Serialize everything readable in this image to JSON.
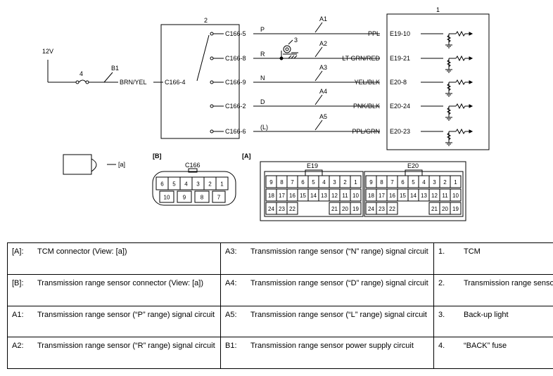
{
  "diagram": {
    "supply_label": "12V",
    "fuse_num": "4",
    "fuse_circuit": "B1",
    "wire_b1": "BRN/YEL",
    "trs_num": "2",
    "trs_in": "C166-4",
    "trs_pins": [
      "C166-5",
      "C166-8",
      "C166-9",
      "C166-2",
      "C166-6"
    ],
    "range_letters": [
      "P",
      "R",
      "N",
      "D",
      "(L)"
    ],
    "circuits": [
      "A1",
      "A2",
      "A3",
      "A4",
      "A5"
    ],
    "wires": [
      "PPL",
      "LT GRN/RED",
      "YEL/BLK",
      "PNK/BLK",
      "PPL/GRN"
    ],
    "tcm_pins": [
      "E19-10",
      "E19-21",
      "E20-8",
      "E20-24",
      "E20-23"
    ],
    "tcm_num": "1",
    "lamp_num": "3",
    "view_label": "[a]",
    "b_tag": "[B]",
    "a_tag": "[A]",
    "c166_name": "C166",
    "c166_top": [
      "6",
      "5",
      "4",
      "3",
      "2",
      "1"
    ],
    "c166_bot": [
      "10",
      "9",
      "8",
      "7"
    ],
    "e19_name": "E19",
    "e20_name": "E20",
    "e19_row1": [
      "9",
      "8",
      "7",
      "6",
      "5",
      "4",
      "3",
      "2",
      "1"
    ],
    "e19_row2": [
      "18",
      "17",
      "16",
      "15",
      "14",
      "13",
      "12",
      "11",
      "10"
    ],
    "e19_row3_left": [
      "24",
      "23",
      "22"
    ],
    "e19_row3_right": [
      "21",
      "20",
      "19"
    ],
    "e20_row1": [
      "9",
      "8",
      "7",
      "6",
      "5",
      "4",
      "3",
      "2",
      "1"
    ],
    "e20_row2": [
      "18",
      "17",
      "16",
      "15",
      "14",
      "13",
      "12",
      "11",
      "10"
    ],
    "e20_row3_left": [
      "24",
      "23",
      "22"
    ],
    "e20_row3_right": [
      "21",
      "20",
      "19"
    ]
  },
  "legend": [
    [
      {
        "tag": "[A]:",
        "text": "TCM connector (View: [a])"
      },
      {
        "tag": "A3:",
        "text": "Transmission range sensor (“N” range) signal circuit"
      },
      {
        "tag": "1.",
        "text": "TCM"
      }
    ],
    [
      {
        "tag": "[B]:",
        "text": "Transmission range sensor connector (View: [a])"
      },
      {
        "tag": "A4:",
        "text": "Transmission range sensor (“D” range) signal circuit"
      },
      {
        "tag": "2.",
        "text": "Transmission range sensor"
      }
    ],
    [
      {
        "tag": "A1:",
        "text": "Transmission range sensor (“P” range) signal circuit"
      },
      {
        "tag": "A5:",
        "text": "Transmission range sensor (“L” range) signal circuit"
      },
      {
        "tag": "3.",
        "text": "Back-up light"
      }
    ],
    [
      {
        "tag": "A2:",
        "text": "Transmission range sensor (“R” range) signal circuit"
      },
      {
        "tag": "B1:",
        "text": "Transmission range sensor power supply circuit"
      },
      {
        "tag": "4.",
        "text": "“BACK” fuse"
      }
    ]
  ]
}
